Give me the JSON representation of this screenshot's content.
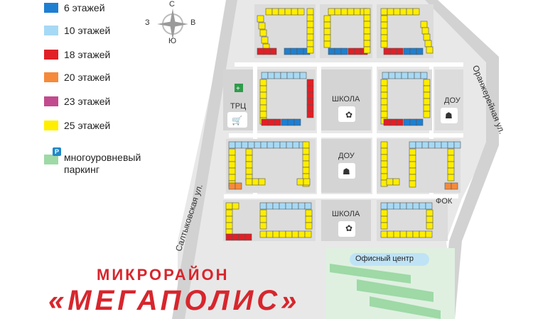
{
  "legend": [
    {
      "label": "6 этажей",
      "color": "#1e7fd1"
    },
    {
      "label": "10 этажей",
      "color": "#a6d9f5"
    },
    {
      "label": "18 этажей",
      "color": "#e11f26"
    },
    {
      "label": "20 этажей",
      "color": "#f58a3b"
    },
    {
      "label": "23 этажей",
      "color": "#c24a8e"
    },
    {
      "label": "25 этажей",
      "color": "#ffee00"
    }
  ],
  "parking_legend": {
    "label": "многоуровневый паркинг",
    "badge": "P",
    "color": "#9ed9a6"
  },
  "compass": {
    "north": "С",
    "south": "Ю",
    "west": "З",
    "east": "В"
  },
  "places": {
    "mall": "ТРЦ",
    "school_top": "ШКОЛА",
    "school_bottom": "ШКОЛА",
    "kindergarten_right": "ДОУ",
    "kindergarten_center": "ДОУ",
    "sports": "ФОК",
    "office": "Офисный центр"
  },
  "streets": {
    "left": "Салтыковская ул.",
    "right": "Оранжерейная ул."
  },
  "title": {
    "line1": "МИКРОРАЙОН",
    "line2": "«МЕГАПОЛИС»"
  },
  "colors": {
    "road": "#ffffff",
    "ground": "#e6e6e6",
    "block": "#d9d9d9",
    "accent": "#d7262d",
    "bus_stop": "#1e88c9",
    "parking_green": "#9ed9a6"
  }
}
